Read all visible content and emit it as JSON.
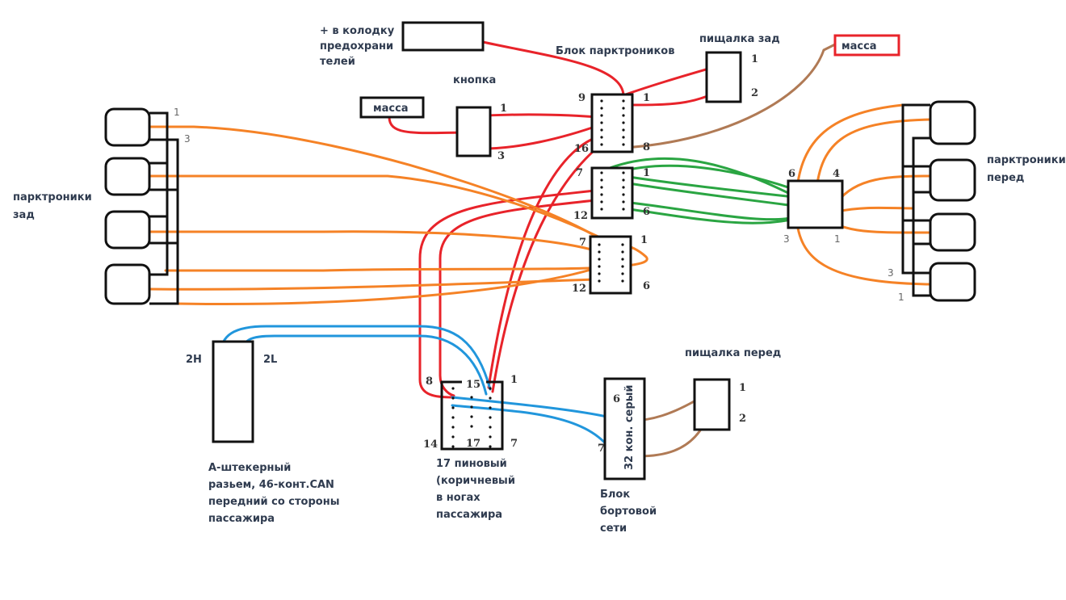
{
  "diagram": {
    "colors": {
      "power": "#e8232a",
      "sensor_signal": "#f58226",
      "front_link": "#2aa542",
      "can_bus": "#2196dc",
      "ground": "#b07a55",
      "outline": "#111111",
      "text": "#2f3b4f"
    },
    "labels": {
      "fuse_box": "+ в колодку\nпредохрани\nтелей",
      "park_unit": "Блок парктроников",
      "button": "кнопка",
      "ground_left": "масса",
      "ground_right": "масса",
      "rear_buzzer": "пищалка зад",
      "front_buzzer": "пищалка перед",
      "rear_sensors": "парктроники\nзад",
      "front_sensors": "парктроники\nперед",
      "can_connector": "А-штекерный\nразьем, 46-конт.CAN\nпередний со стороны\nпассажира",
      "pin17_connector": "17 пиновый\n(коричневый\nв ногах\nпассажира",
      "onboard_unit": "Блок\nбортовой\nсети",
      "onboard_connector": "32 кон. серый"
    },
    "pins": {
      "button": [
        "1",
        "3"
      ],
      "park_block_top": [
        "9",
        "1",
        "16",
        "8"
      ],
      "park_block_mid": [
        "7",
        "1",
        "12",
        "6"
      ],
      "park_block_low": [
        "7",
        "1",
        "12",
        "6"
      ],
      "rear_buzzer": [
        "1",
        "2"
      ],
      "front_buzzer": [
        "1",
        "2"
      ],
      "front_junction": [
        "6",
        "4",
        "3",
        "1"
      ],
      "rear_sensors": [
        "1",
        "3"
      ],
      "front_sensors": [
        "3",
        "1"
      ],
      "can_connector": [
        "2H",
        "2L"
      ],
      "pin17": [
        "8",
        "15",
        "1",
        "14",
        "17",
        "7"
      ],
      "onboard": [
        "6",
        "7"
      ]
    }
  }
}
